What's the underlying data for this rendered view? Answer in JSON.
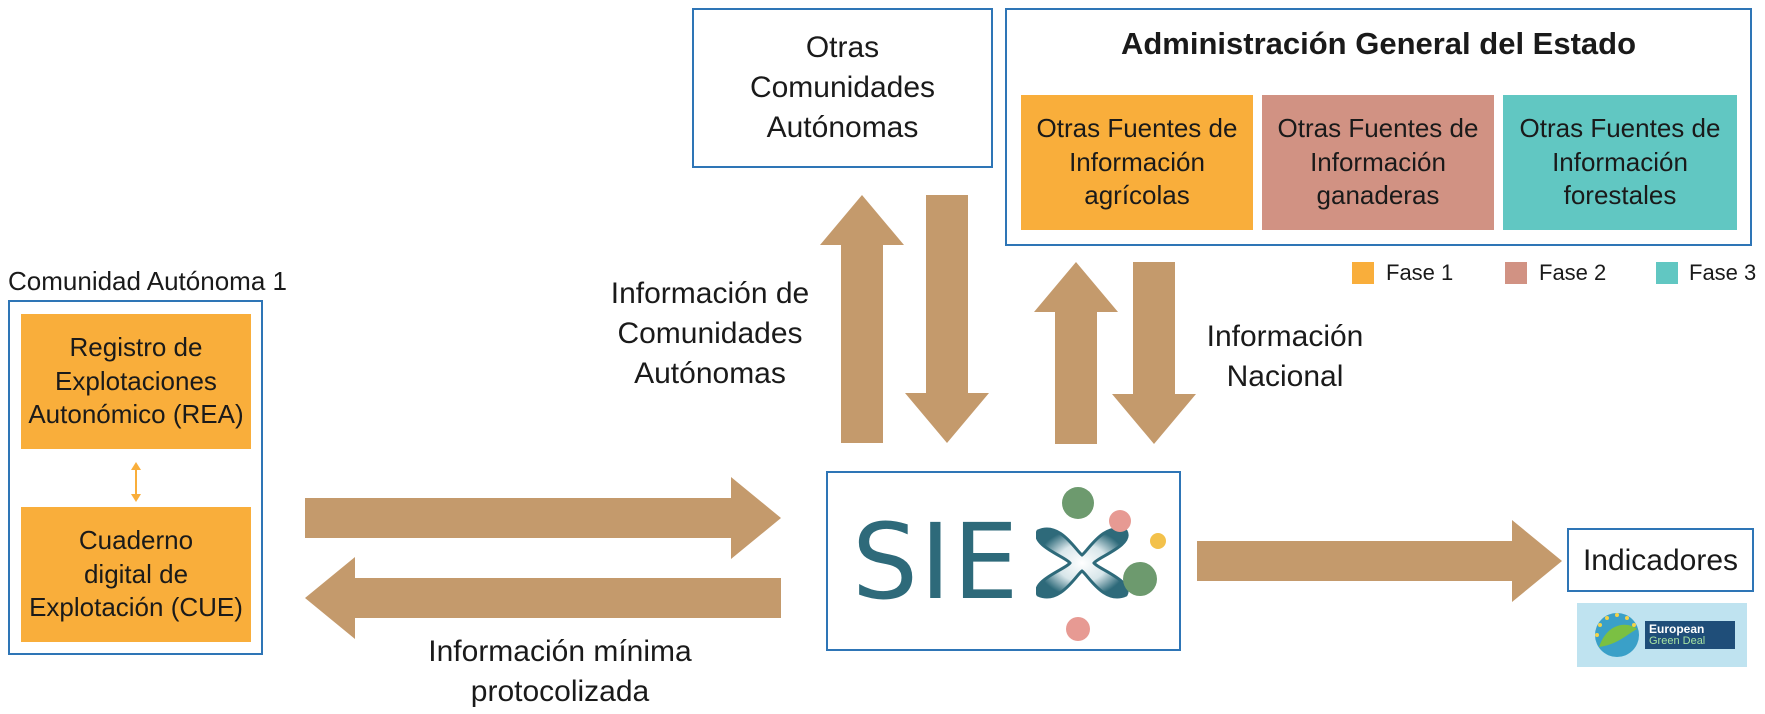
{
  "colors": {
    "border": "#2e75b6",
    "arrow": "#c49a6c",
    "fase1": "#f9ae3b",
    "fase2": "#d19283",
    "fase3": "#61c7c2"
  },
  "otras_comunidades": "Otras\nComunidades\nAutónomas",
  "administracion": {
    "title": "Administración General del Estado",
    "sources": [
      {
        "label": "Otras Fuentes de\nInformación\nagrícolas",
        "fase": "fase1"
      },
      {
        "label": "Otras Fuentes de\nInformación\nganaderas",
        "fase": "fase2"
      },
      {
        "label": "Otras Fuentes de\nInformación\nforestales",
        "fase": "fase3"
      }
    ]
  },
  "legend": [
    {
      "label": "Fase 1",
      "color": "#f9ae3b"
    },
    {
      "label": "Fase 2",
      "color": "#d19283"
    },
    {
      "label": "Fase 3",
      "color": "#61c7c2"
    }
  ],
  "comunidad": {
    "title": "Comunidad Autónoma 1",
    "rea": "Registro de\nExplotaciones\nAutonómico (REA)",
    "cue": "Cuaderno\ndigital de\nExplotación (CUE)"
  },
  "labels": {
    "info_ccaa": "Información de\nComunidades\nAutónomas",
    "info_nacional": "Información\nNacional",
    "info_minima": "Información mínima\nprotocolizada"
  },
  "siex": {
    "logo_text": "SIE"
  },
  "indicadores": "Indicadores",
  "green_deal": {
    "line1": "European",
    "line2": "Green Deal"
  }
}
